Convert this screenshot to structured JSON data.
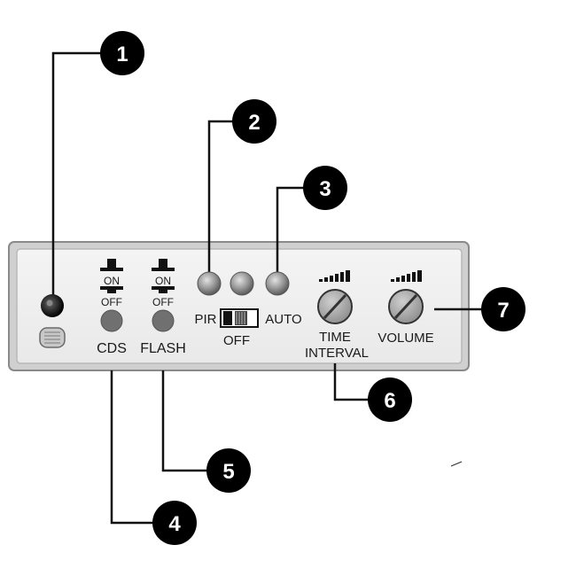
{
  "callouts": [
    "1",
    "2",
    "3",
    "4",
    "5",
    "6",
    "7"
  ],
  "cds": {
    "on": "ON",
    "off": "OFF",
    "name": "CDS"
  },
  "flash": {
    "on": "ON",
    "off": "OFF",
    "name": "FLASH"
  },
  "mode": {
    "left": "PIR",
    "right": "AUTO",
    "bottom": "OFF"
  },
  "time": {
    "line1": "TIME",
    "line2": "INTERVAL"
  },
  "volume": {
    "name": "VOLUME"
  }
}
